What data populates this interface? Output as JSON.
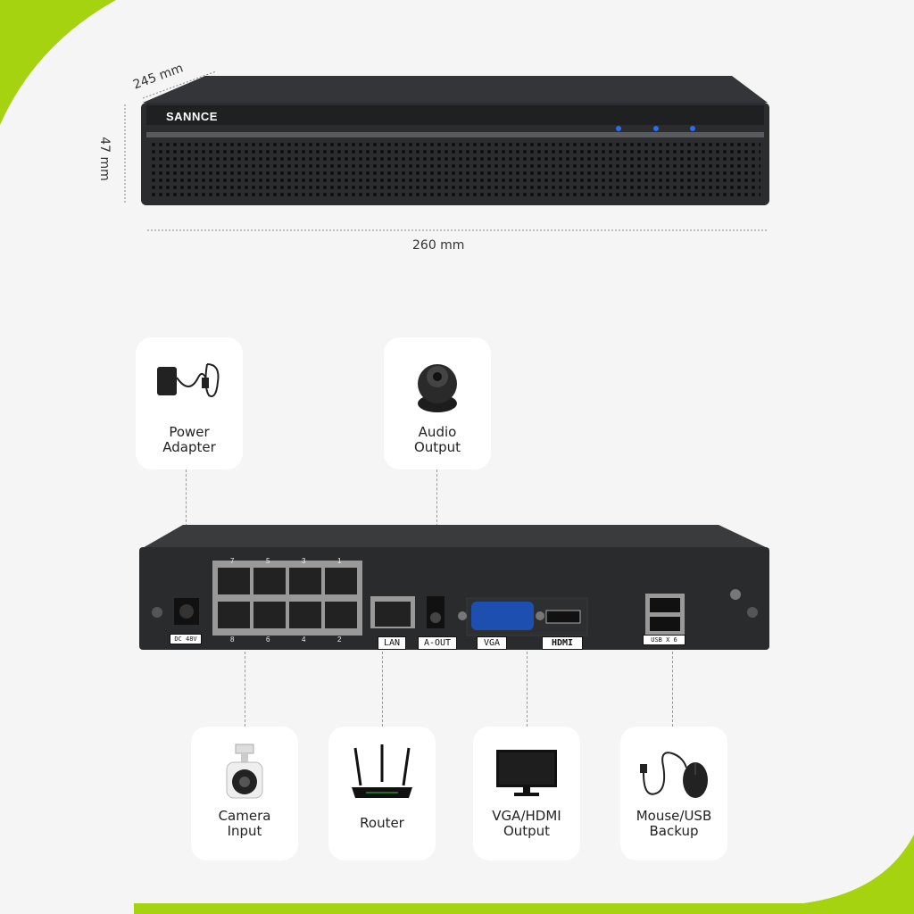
{
  "brand": {
    "logo_text": "SANNCE",
    "accent_color": "#a6d30f",
    "led_color": "#2a6cf2"
  },
  "dimensions": {
    "depth_label": "245 mm",
    "height_label": "47 mm",
    "width_label": "260 mm"
  },
  "rear_panel": {
    "power_label": "DC 48V",
    "port_numbers_top": [
      "7",
      "5",
      "3",
      "1"
    ],
    "port_numbers_bottom": [
      "8",
      "6",
      "4",
      "2"
    ],
    "lan_label": "LAN",
    "aout_label": "A-OUT",
    "vga_label": "VGA",
    "hdmi_label": "HDMI",
    "usb_label": "USB X 6"
  },
  "accessories": {
    "power_adapter": {
      "line1": "Power",
      "line2": "Adapter",
      "icon": "power-adapter-icon"
    },
    "audio_output": {
      "line1": "Audio",
      "line2": "Output",
      "icon": "speaker-icon"
    },
    "camera_input": {
      "line1": "Camera",
      "line2": "Input",
      "icon": "bullet-camera-icon"
    },
    "router": {
      "line1": "Router",
      "icon": "router-icon"
    },
    "vga_hdmi_output": {
      "line1": "VGA/HDMI",
      "line2": "Output",
      "icon": "monitor-icon"
    },
    "mouse_usb_backup": {
      "line1": "Mouse/USB",
      "line2": "Backup",
      "icon": "mouse-icon"
    }
  }
}
